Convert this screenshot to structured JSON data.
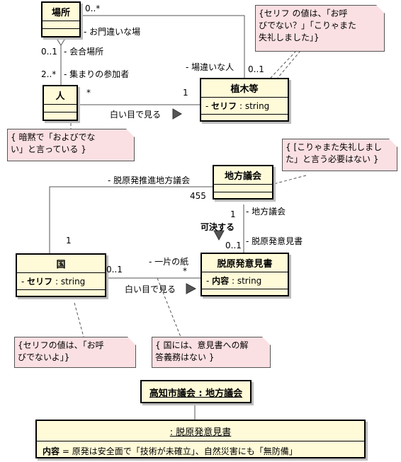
{
  "classes": {
    "basho": {
      "name": "場所"
    },
    "hito": {
      "name": "人"
    },
    "ueki": {
      "name": "植木等",
      "attr_prefix": "- ",
      "attr_name": "セリフ",
      "attr_type": " : string"
    },
    "chiho": {
      "name": "地方議会"
    },
    "kuni": {
      "name": "国",
      "attr_prefix": "- ",
      "attr_name": "セリフ",
      "attr_type": " : string"
    },
    "ikensho": {
      "name": "脱原発意見書",
      "attr_prefix": "- ",
      "attr_name": "内容",
      "attr_type": " : string"
    }
  },
  "notes": {
    "n1_line1": "{セリフ の値は、「お呼",
    "n1_line2": "びでない？」「こりゃまた",
    "n1_line3": "失礼しました」}",
    "n2_line1": "{ 暗黙で「およびでな",
    "n2_line2": "い」と言っている }",
    "n3_line1": "{ [こりゃまた失礼しまし",
    "n3_line2": "た」と言う必要はない }",
    "n4_line1": "{セリフの値は、「お呼",
    "n4_line2": "びでないよ」}",
    "n5_line1": "{ 国には、意見書への解",
    "n5_line2": "答義務はない }"
  },
  "labels": {
    "basho_mult": "0..*",
    "omon": "- お門違いな場",
    "kaigo_mult": "0..1",
    "kaigo": "- 会合場所",
    "sanka_mult": "2..*",
    "sanka": "- 集まりの参加者",
    "bachigai": "- 場違いな人",
    "bachigai_mult": "0..1",
    "hito_star": "*",
    "ueki_one": "1",
    "shiroime1": "白い目で見る",
    "suishin": "- 脱原発推進地方議会",
    "suishin_mult": "455",
    "kuni_one": "1",
    "chiho_one": "1",
    "chiho_role": "- 地方議会",
    "kaketsu": "可決する",
    "ikensho_role": "- 脱原発意見書",
    "ikensho_mult": "0..1",
    "kuni_mult": "0..1",
    "kami": "- 一片の紙",
    "kami_star": "*",
    "shiroime2": "白い目で見る"
  },
  "objects": {
    "kochi": "高知市議会 : 地方議会",
    "doc_title": ": 脱原発意見書",
    "doc_attr_name": "内容",
    "doc_attr_value": " = 原発は安全面で「技術が未確立」、自然災害にも「無防備」"
  }
}
